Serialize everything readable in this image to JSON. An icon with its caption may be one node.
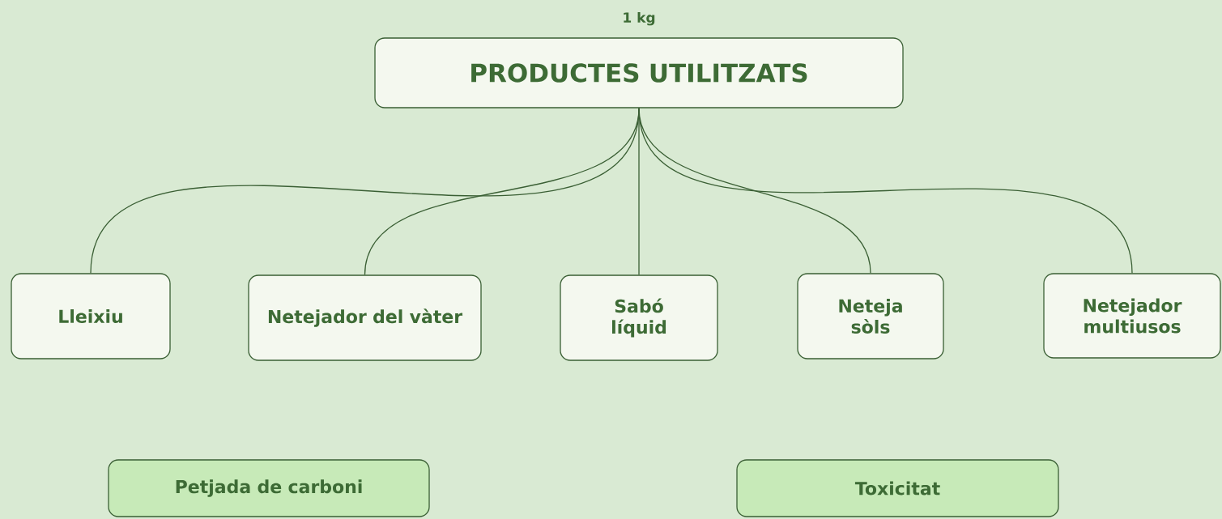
{
  "diagram": {
    "nodes": [
      {
        "text": [
          "PRODUCTES UTILITZATS"
        ],
        "beside": [
          "1 kg"
        ]
      },
      {
        "text": [
          "Lleixiu"
        ]
      },
      {
        "text": [
          "Netejador del vàter"
        ]
      },
      {
        "text": [
          "Sabó líquid"
        ]
      },
      {
        "text": [
          "Neteja sòls"
        ]
      },
      {
        "text": [
          "Netejador multiusos"
        ]
      },
      {
        "text": [
          "Petjada de carboni"
        ]
      },
      {
        "text": [
          "Toxicitat"
        ]
      }
    ],
    "edges": [
      {
        "from": 0,
        "to": 1,
        "arrow": "none"
      },
      {
        "from": 0,
        "to": 2,
        "arrow": "none"
      },
      {
        "from": 0,
        "to": 3,
        "arrow": "none"
      },
      {
        "from": 0,
        "to": 4,
        "arrow": "none"
      },
      {
        "from": 0,
        "to": 5,
        "arrow": "none"
      }
    ]
  }
}
